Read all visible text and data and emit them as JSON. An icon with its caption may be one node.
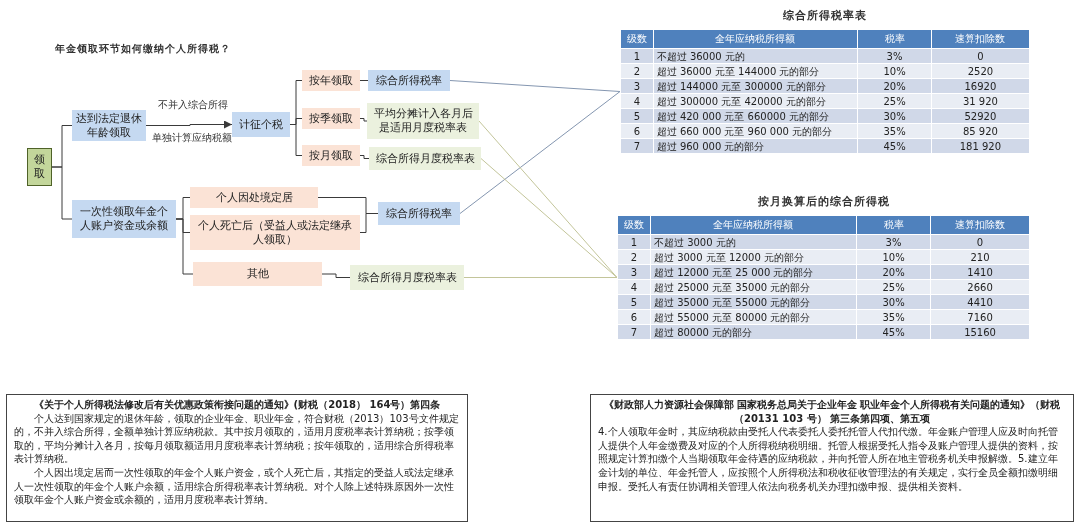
{
  "diagram": {
    "title": "年金领取环节如何缴纳个人所得税？",
    "nodes": [
      {
        "text": [
          "领取"
        ]
      },
      {
        "text": [
          "达到法定退休年龄领取"
        ]
      },
      {
        "text": [
          "一次性领取年金个人账户资金或余额"
        ]
      },
      {
        "text": [
          "计征个税"
        ]
      },
      {
        "text": [
          "按年领取"
        ]
      },
      {
        "text": [
          "按季领取"
        ]
      },
      {
        "text": [
          "按月领取"
        ]
      },
      {
        "text": [
          "综合所得税率"
        ]
      },
      {
        "text": [
          "平均分摊计入各月后是适用月度税率表"
        ]
      },
      {
        "text": [
          "综合所得月度税率表"
        ]
      },
      {
        "text": [
          "个人因处境定居"
        ]
      },
      {
        "text": [
          "个人死亡后（受益人或法定继承人领取）"
        ]
      },
      {
        "text": [
          "其他"
        ]
      },
      {
        "text": [
          "综合所得税率"
        ]
      },
      {
        "text": [
          "综合所得月度税率表"
        ]
      },
      {
        "text": [
          "综合所得税率表"
        ]
      },
      {
        "text": [
          "按月换算后的综合所得税"
        ]
      },
      {
        "text": [
          "《关于个人所得税法修改后有关优惠政策衔接问题的通知》(财税（2018） 164号）第四条",
          "个人达到国家规定的退休年龄，领取的企业年金、职业年金，符合财税（2013）103号文件规定的，不并入综合所得，全额单独计算应纳税款。其中按月领取的，适用月度税率表计算纳税；按季领取的，平均分摊计入各月，按每月领取额适用月度税率表计算纳税；按年领取的，适用综合所得税率表计算纳税。",
          "个人因出境定居而一次性领取的年金个人账户资金，或个人死亡后，其指定的受益人或法定继承人一次性领取的年金个人账户余额，适用综合所得税率表计算纳税。对个人除上述特殊原因外一次性领取年金个人账户资金或余额的，适用月度税率表计算纳。"
        ]
      },
      {
        "text": [
          "《财政部人力资源社会保障部 国家税务总局关于企业年金 职业年金个人所得税有关问题的通知》（财税（20131 103 号） 第三条第四项、第五项",
          "4.个人领取年金时，其应纳税款由受托人代表委托人委托托管人代扣代缴。年金账户管理人应及时向托管人提供个人年金缴费及对应的个人所得税纳税明细。托管人根据受托人指令及账户管理人提供的资料，按照规定计算扣缴个人当期领取年金待遇的应纳税款，并向托管人所在地主管税务机关申报解缴。5.建立年金计划的单位、年金托管人，应按照个人所得税法和税收征收管理法的有关规定，实行全员全额扣缴明细申报。受托人有责任协调相关管理人依法向税务机关办理扣缴申报、提供相关资料。"
        ]
      }
    ],
    "edges": [
      {
        "from": 0,
        "to": 1,
        "arrow": "none"
      },
      {
        "from": 0,
        "to": 2,
        "arrow": "none"
      },
      {
        "from": 1,
        "to": 3,
        "arrow": "to",
        "label": "不并入综合所得"
      },
      {
        "from": 3,
        "to": 4,
        "arrow": "none"
      },
      {
        "from": 3,
        "to": 5,
        "arrow": "none"
      },
      {
        "from": 3,
        "to": 6,
        "arrow": "none"
      },
      {
        "from": 4,
        "to": 7,
        "arrow": "none"
      },
      {
        "from": 5,
        "to": 8,
        "arrow": "none"
      },
      {
        "from": 6,
        "to": 9,
        "arrow": "none"
      },
      {
        "from": 2,
        "to": 10,
        "arrow": "none"
      },
      {
        "from": 2,
        "to": 11,
        "arrow": "none"
      },
      {
        "from": 2,
        "to": 12,
        "arrow": "none"
      },
      {
        "from": 10,
        "to": 13,
        "arrow": "none"
      },
      {
        "from": 11,
        "to": 13,
        "arrow": "none"
      },
      {
        "from": 12,
        "to": 14,
        "arrow": "none"
      },
      {
        "from": 7,
        "to": 15,
        "arrow": "none",
        "color": "#8496b0"
      },
      {
        "from": 13,
        "to": 15,
        "arrow": "none",
        "color": "#8496b0"
      },
      {
        "from": 8,
        "to": 16,
        "arrow": "none",
        "color": "#c3c59a"
      },
      {
        "from": 9,
        "to": 16,
        "arrow": "none",
        "color": "#c3c59a"
      },
      {
        "from": 14,
        "to": 16,
        "arrow": "none",
        "color": "#c3c59a"
      }
    ],
    "labels": [
      "单独计算应纳税额",
      "级数",
      "全年应纳税所得额",
      "税率",
      "速算扣除数",
      "1",
      "不超过 36000 元的",
      "3%",
      "0",
      "2",
      "超过 36000 元至 144000 元的部分",
      "10%",
      "2520",
      "3",
      "超过 144000 元至 300000 元的部分",
      "20%",
      "16920",
      "4",
      "超过 300000 元至 420000 元的部分",
      "25%",
      "31 920",
      "5",
      "超过 420 000 元至 660000 元的部分",
      "30%",
      "52920",
      "6",
      "超过 660 000 元至 960 000 元的部分",
      "35%",
      "85 920",
      "7",
      "超过 960 000 元的部分",
      "45%",
      "181 920",
      "级数",
      "全年应纳税所得额",
      "税率",
      "速算扣除数",
      "1",
      "不超过 3000 元的",
      "3%",
      "0",
      "2",
      "超过 3000 元至 12000 元的部分",
      "10%",
      "210",
      "3",
      "超过 12000 元至 25 000 元的部分",
      "20%",
      "1410",
      "4",
      "超过 25000 元至 35000 元的部分",
      "25%",
      "2660",
      "5",
      "超过 35000 元至 55000 元的部分",
      "30%",
      "4410",
      "6",
      "超过 55000 元至 80000 元的部分",
      "35%",
      "7160",
      "7",
      "超过 80000 元的部分",
      "45%",
      "15160"
    ]
  }
}
